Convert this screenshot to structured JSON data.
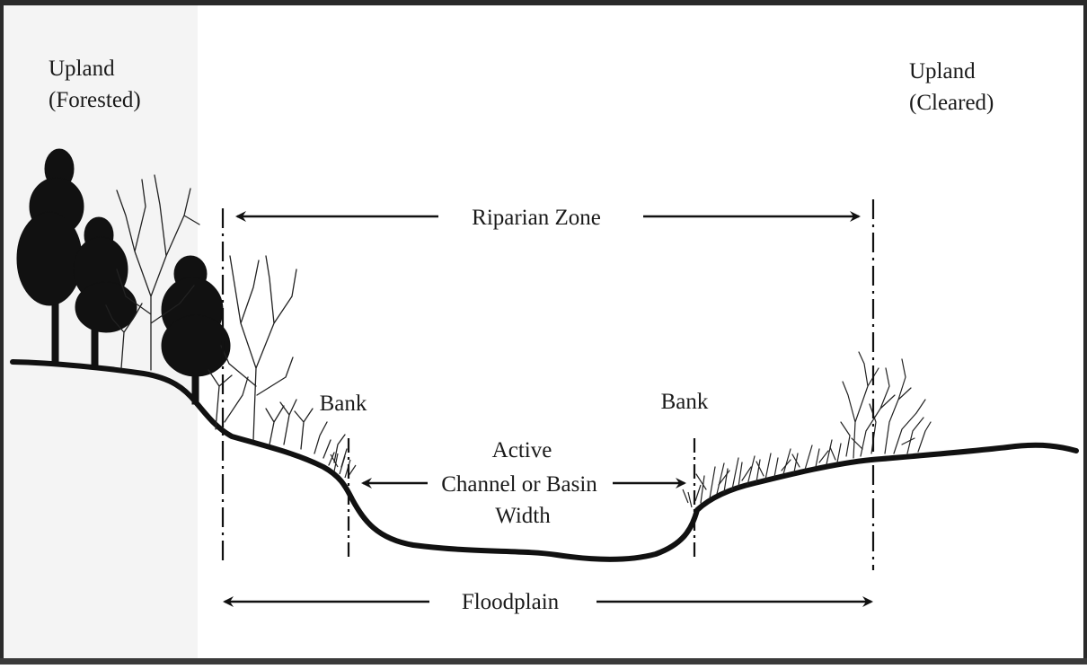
{
  "diagram": {
    "labels": {
      "upland_left_line1": "Upland",
      "upland_left_line2": "(Forested)",
      "upland_right_line1": "Upland",
      "upland_right_line2": "(Cleared)",
      "riparian_zone": "Riparian Zone",
      "bank_left": "Bank",
      "bank_right": "Bank",
      "channel_line1": "Active",
      "channel_line2": "Channel or Basin",
      "channel_line3": "Width",
      "floodplain": "Floodplain"
    },
    "colors": {
      "ink": "#111111",
      "background": "#ffffff",
      "left_margin": "#f2f2f2",
      "frame": "#2a2a2a"
    }
  }
}
